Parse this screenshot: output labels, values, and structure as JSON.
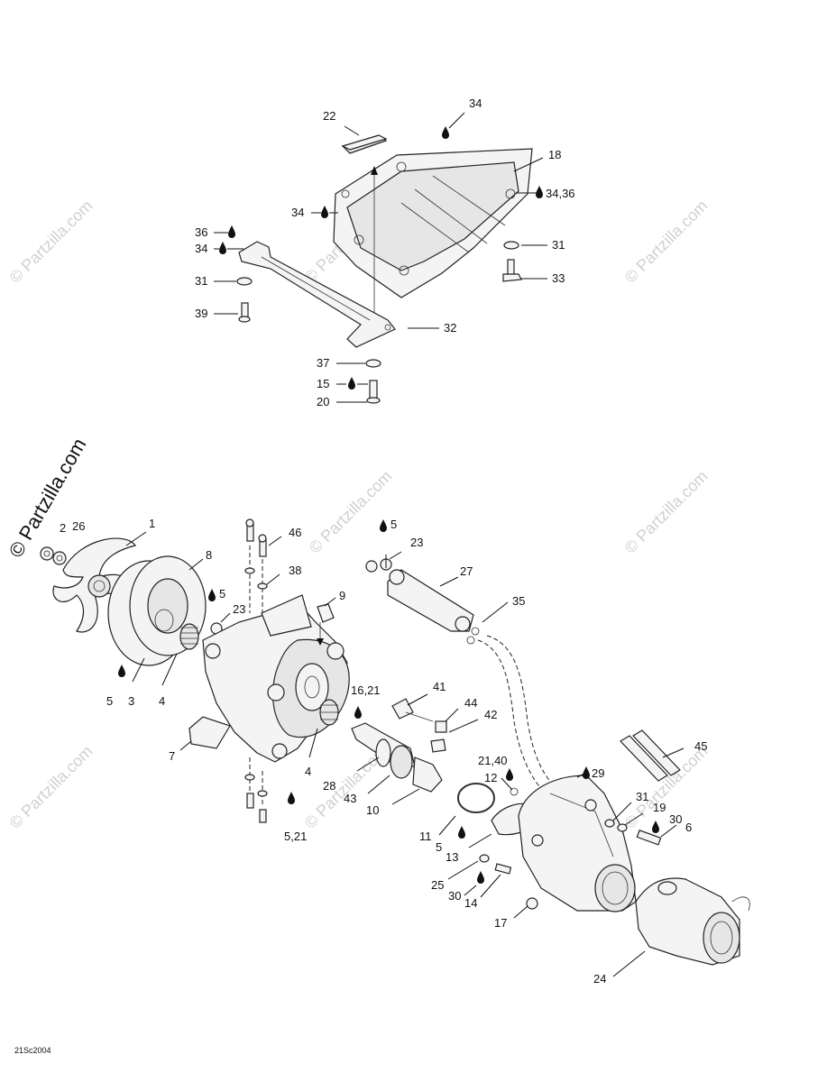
{
  "watermark": {
    "text": "© Partzilla.com"
  },
  "diagram_code": "21Sc2004",
  "labels": {
    "l1": "1",
    "l2": "2",
    "l3": "3",
    "l4a": "4",
    "l4b": "4",
    "l5a": "5",
    "l5b": "5",
    "l5c": "5",
    "l5d": "5",
    "l5_21": "5,21",
    "l6": "6",
    "l7": "7",
    "l8": "8",
    "l9": "9",
    "l10": "10",
    "l11": "11",
    "l12": "12",
    "l13": "13",
    "l14": "14",
    "l15": "15",
    "l16_21": "16,21",
    "l17": "17",
    "l18": "18",
    "l19": "19",
    "l20": "20",
    "l21_40": "21,40",
    "l22": "22",
    "l23a": "23",
    "l23b": "23",
    "l24": "24",
    "l25": "25",
    "l26": "26",
    "l27": "27",
    "l28": "28",
    "l29": "29",
    "l30a": "30",
    "l30b": "30",
    "l31a": "31",
    "l31b": "31",
    "l31c": "31",
    "l32": "32",
    "l33": "33",
    "l34a": "34",
    "l34b": "34",
    "l34c": "34",
    "l34_36": "34,36",
    "l35": "35",
    "l36": "36",
    "l37": "37",
    "l38": "38",
    "l39": "39",
    "l41": "41",
    "l42": "42",
    "l43": "43",
    "l44": "44",
    "l45": "45",
    "l46": "46"
  }
}
